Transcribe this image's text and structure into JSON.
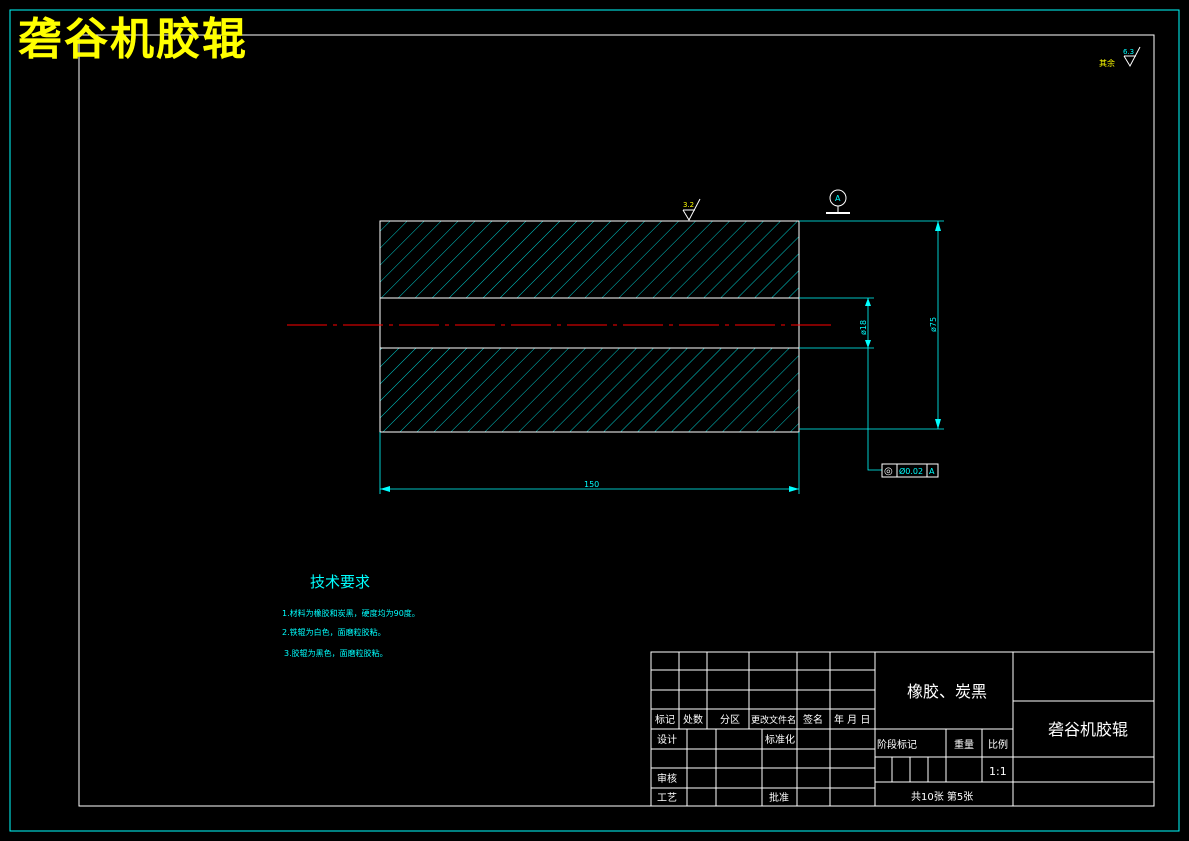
{
  "title": "砻谷机胶辊",
  "colors": {
    "background": "#000000",
    "line": "#00ffff",
    "centerline": "#ff0000",
    "title": "#ffff00",
    "text": "#00ffff"
  },
  "surface_finish_corner": {
    "prefix": "其余",
    "value": "6.3"
  },
  "surface_finish_top": {
    "value": "3.2"
  },
  "datum_label": "A",
  "dimensions": {
    "bore": "ø18",
    "outer": "ø75",
    "length": "150"
  },
  "tolerance_frame": {
    "symbol": "◎",
    "value": "Ø0.02",
    "datum": "A"
  },
  "tech_requirements": {
    "heading": "技术要求",
    "items": [
      "1.材料为橡胶和炭黑，硬度均为90度。",
      "2.铁辊为白色，面磨粒胶粘。",
      "3.胶辊为黑色，面磨粒胶粘。"
    ]
  },
  "title_block": {
    "material": "橡胶、炭黑",
    "drawing_name": "砻谷机胶辊",
    "row_headers": [
      "标记",
      "处数",
      "分区",
      "更改文件名",
      "签名",
      "年 月 日"
    ],
    "design": "设计",
    "standardize": "标准化",
    "stage_mark": "阶段标记",
    "weight": "重量",
    "scale_label": "比例",
    "scale_value": "1:1",
    "review": "审核",
    "process": "工艺",
    "approve": "批准",
    "sheets": "共10张  第5张"
  }
}
